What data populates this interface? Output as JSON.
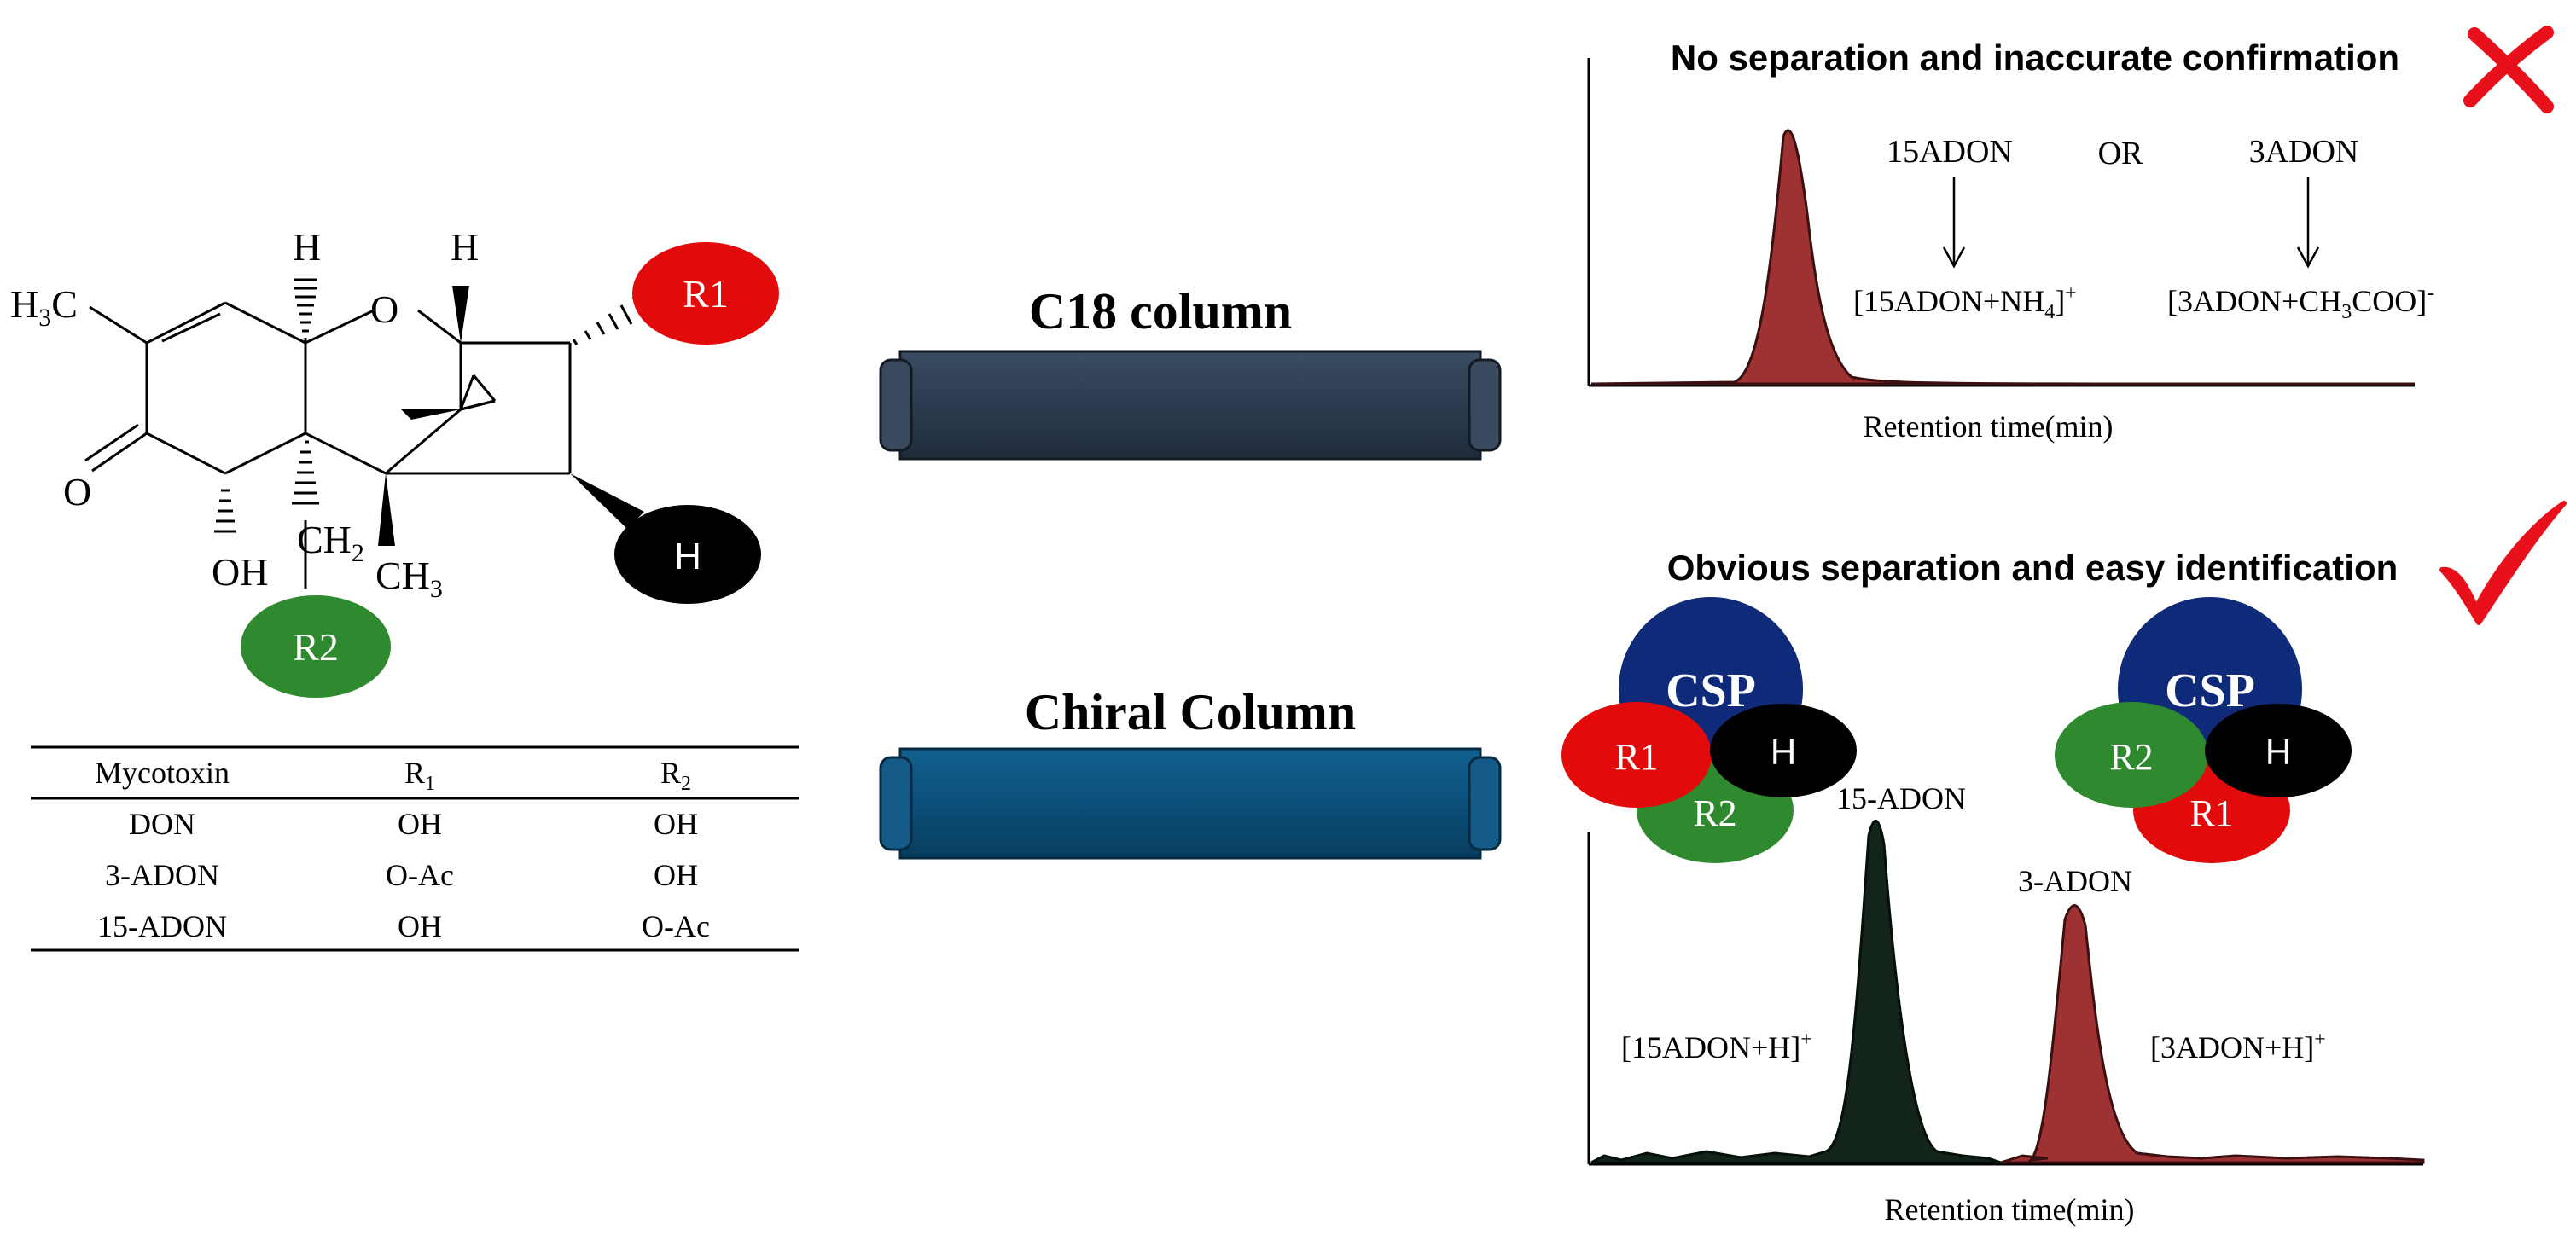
{
  "structure": {
    "h_left": "H",
    "h_right": "H",
    "h3c": "H",
    "h3c_3": "3",
    "h3c_c": "C",
    "o_ketone": "O",
    "o_ring": "O",
    "oh": "OH",
    "ch2": "CH",
    "ch2_sub": "2",
    "ch3": "CH",
    "ch3_sub": "3",
    "r1": "R1",
    "r2": "R2",
    "h_ball": "H"
  },
  "table": {
    "headers": {
      "col1": "Mycotoxin",
      "col2": "R",
      "col2_sub": "1",
      "col3": "R",
      "col3_sub": "2"
    },
    "rows": [
      {
        "name": "DON",
        "r1": "OH",
        "r2": "OH"
      },
      {
        "name": "3-ADON",
        "r1": "O-Ac",
        "r2": "OH"
      },
      {
        "name": "15-ADON",
        "r1": "OH",
        "r2": "O-Ac"
      }
    ]
  },
  "columns": {
    "c18_label": "C18 column",
    "chiral_label": "Chiral Column",
    "c18_color": "#2e3e52",
    "chiral_color": "#0b4f79"
  },
  "top_panel": {
    "title": "No separation and inaccurate confirmation",
    "mark": "cross",
    "mark_color": "#e8111b",
    "label_15adon": "15ADON",
    "label_or": "OR",
    "label_3adon": "3ADON",
    "ion1": "[15ADON+NH",
    "ion1_sub": "4",
    "ion1_tail": "]",
    "ion1_sup": "+",
    "ion2": "[3ADON+CH",
    "ion2_sub": "3",
    "ion2_tail": "COO]",
    "ion2_sup": "-",
    "xlabel": "Retention time(min)",
    "peak_color": "#9e3232"
  },
  "bottom_panel": {
    "title": "Obvious separation and easy identification",
    "mark": "check",
    "mark_color": "#e8111b",
    "csp": "CSP",
    "r1": "R1",
    "r2": "R2",
    "h": "H",
    "peak1_label": "15-ADON",
    "peak2_label": "3-ADON",
    "ion1": "[15ADON+H]",
    "ion1_sup": "+",
    "ion2": "[3ADON+H]",
    "ion2_sup": "+",
    "xlabel": "Retention time(min)",
    "peak1_color": "#13241a",
    "peak2_color": "#9e3232"
  },
  "colors": {
    "red": "#e20a0a",
    "green": "#2f8a2f",
    "black": "#000000",
    "csp_blue": "#0e2a78"
  }
}
